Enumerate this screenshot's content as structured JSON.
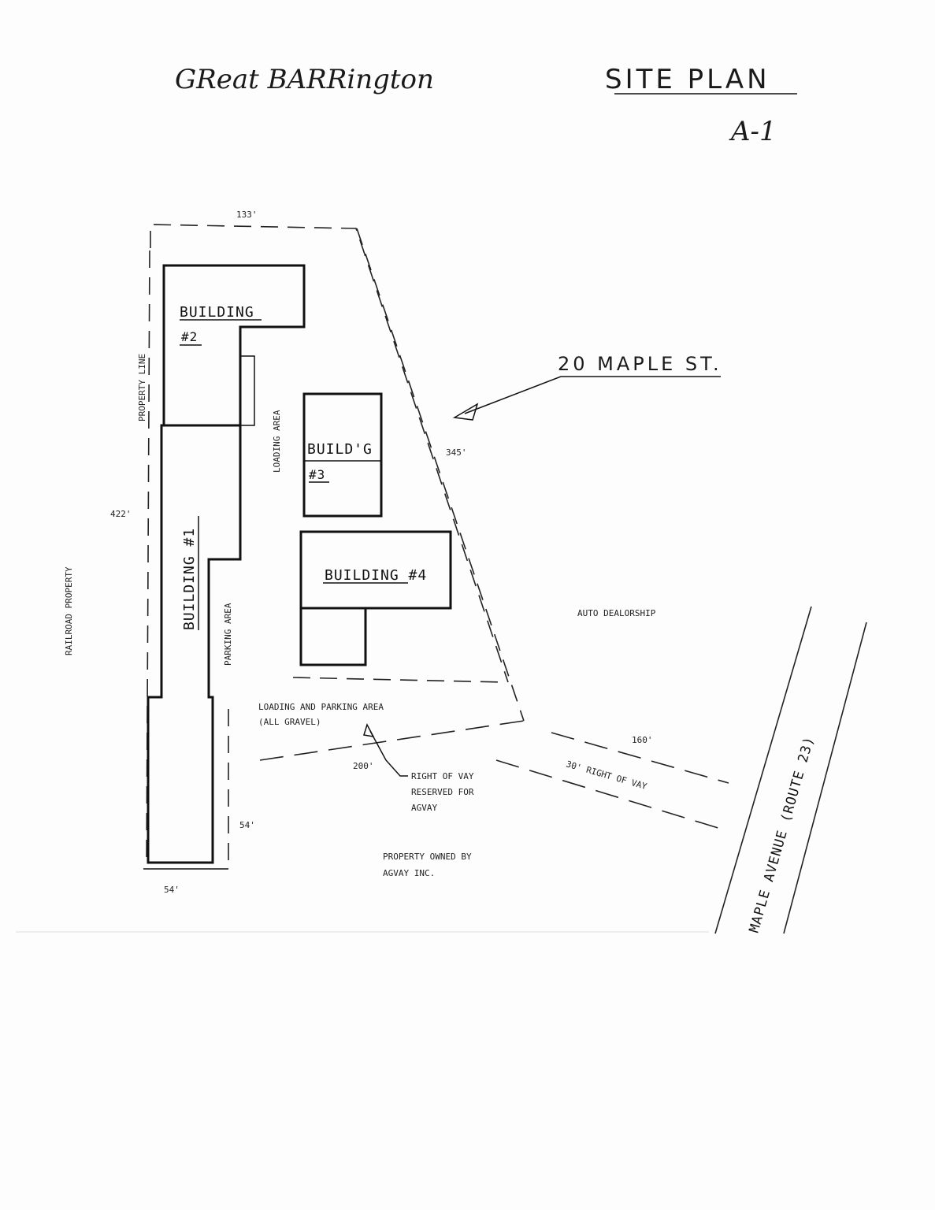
{
  "handwritten": {
    "town": "GReat BARRington",
    "sheet_title": "SITE PLAN",
    "sheet_number": "A-1",
    "address_callout": "20 MAPLE ST."
  },
  "buildings": {
    "b1": "BUILDING #1",
    "b2_line1": "BUILDING",
    "b2_line2": "#2",
    "b3_line1": "BUILD'G",
    "b3_line2": "#3",
    "b4": "BUILDING #4"
  },
  "areas": {
    "property_line": "PROPERTY LINE",
    "loading_area": "LOADING AREA",
    "parking_area": "PARKING AREA",
    "loading_parking_line1": "LOADING AND PARKING AREA",
    "loading_parking_line2": "(ALL GRAVEL)",
    "railroad": "RAILROAD PROPERTY",
    "auto_dealership": "AUTO DEALORSHIP",
    "row_reserved_line1": "RIGHT OF VAY",
    "row_reserved_line2": "RESERVED FOR",
    "row_reserved_line3": "AGVAY",
    "row_30": "30' RIGHT OF VAY",
    "agway_line1": "PROPERTY OWNED BY",
    "agway_line2": "AGVAY INC.",
    "road": "MAPLE AVENUE (ROUTE 23)"
  },
  "dimensions": {
    "top": "133'",
    "left": "422'",
    "right_diag": "345'",
    "bottom_diag": "200'",
    "row_160": "160'",
    "lower_right": "54'",
    "bottom": "54'"
  }
}
